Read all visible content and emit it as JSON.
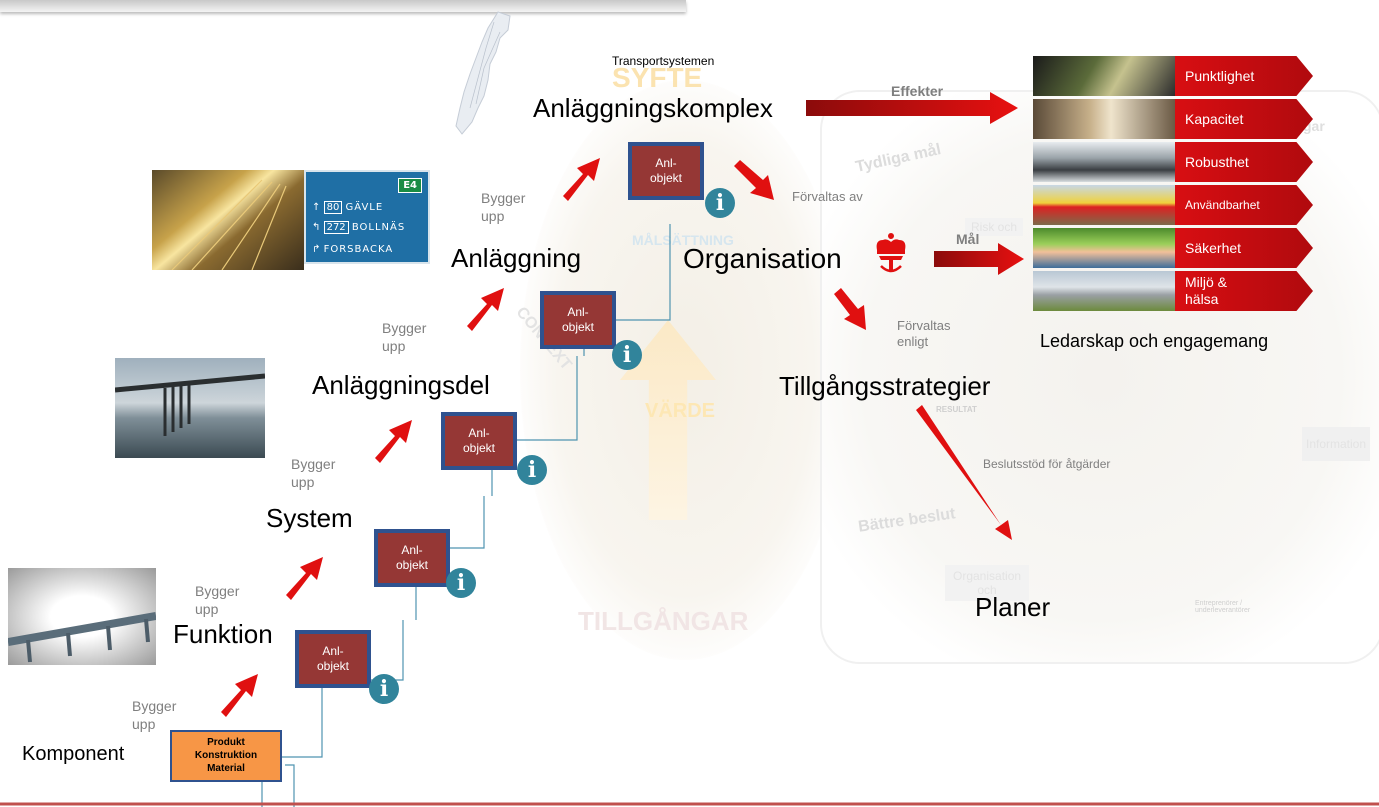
{
  "labels": {
    "transportsystemen": "Transportsystemen",
    "anlaggningskomplex": "Anläggningskomplex",
    "anlaggning": "Anläggning",
    "anlaggningsdel": "Anläggningsdel",
    "system": "System",
    "funktion": "Funktion",
    "komponent": "Komponent",
    "organisation": "Organisation",
    "tillgangsstrategier": "Tillgångsstrategier",
    "planer": "Planer",
    "ledarskap": "Ledarskap och engagemang"
  },
  "relations": {
    "bygger_upp_1": "Bygger\nupp",
    "bygger_upp_2": "Bygger\nupp",
    "bygger_upp_3": "Bygger\nupp",
    "bygger_upp_4": "Bygger\nupp",
    "bygger_upp_5": "Bygger\nupp",
    "forvaltas_av": "Förvaltas av",
    "forvaltas_enligt": "Förvaltas\nenligt",
    "beslutsstod": "Beslutsstöd för åtgärder",
    "effekter": "Effekter",
    "mal": "Mål"
  },
  "objects": {
    "anl_objekt": "Anl-\nobjekt",
    "info_glyph": "i",
    "component_box": "Produkt\nKonstruktion\nMaterial"
  },
  "effects": [
    {
      "label": "Punktlighet"
    },
    {
      "label": "Kapacitet"
    },
    {
      "label": "Robusthet"
    },
    {
      "label": "Användbarhet"
    },
    {
      "label": "Säkerhet"
    },
    {
      "label": "Miljö &\nhälsa"
    }
  ],
  "road_sign": {
    "route": "E4",
    "rows": [
      {
        "arrow": "↑",
        "num": "80",
        "dest": "GÄVLE"
      },
      {
        "arrow": "↰",
        "num": "272",
        "dest": "BOLLNÄS"
      },
      {
        "arrow": "↱",
        "num": "",
        "dest": "FORSBACKA"
      }
    ]
  },
  "background_faint": {
    "syfte": "SYFTE",
    "malsattning": "MÅLSÄTTNING",
    "context": "CONTEXT",
    "varde": "VÄRDE",
    "tillgangar": "TILLGÅNGAR",
    "tydliga_mal": "Tydliga mål",
    "battre_beslut": "Bättre beslut",
    "risk_och": "Risk och",
    "organisation_och": "Organisation\noch",
    "information": "Information",
    "resultat": "RESULTAT",
    "entreprenorer": "Entreprenörer /\nunderleverantörer",
    "gar": "gar"
  },
  "colors": {
    "arrow_red": "#e01010",
    "object_fill": "#953735",
    "object_border": "#2f528f",
    "info_teal": "#31849b",
    "component_fill": "#f79646",
    "connector": "#4f94b0",
    "bottom_line": "#c0504d"
  }
}
